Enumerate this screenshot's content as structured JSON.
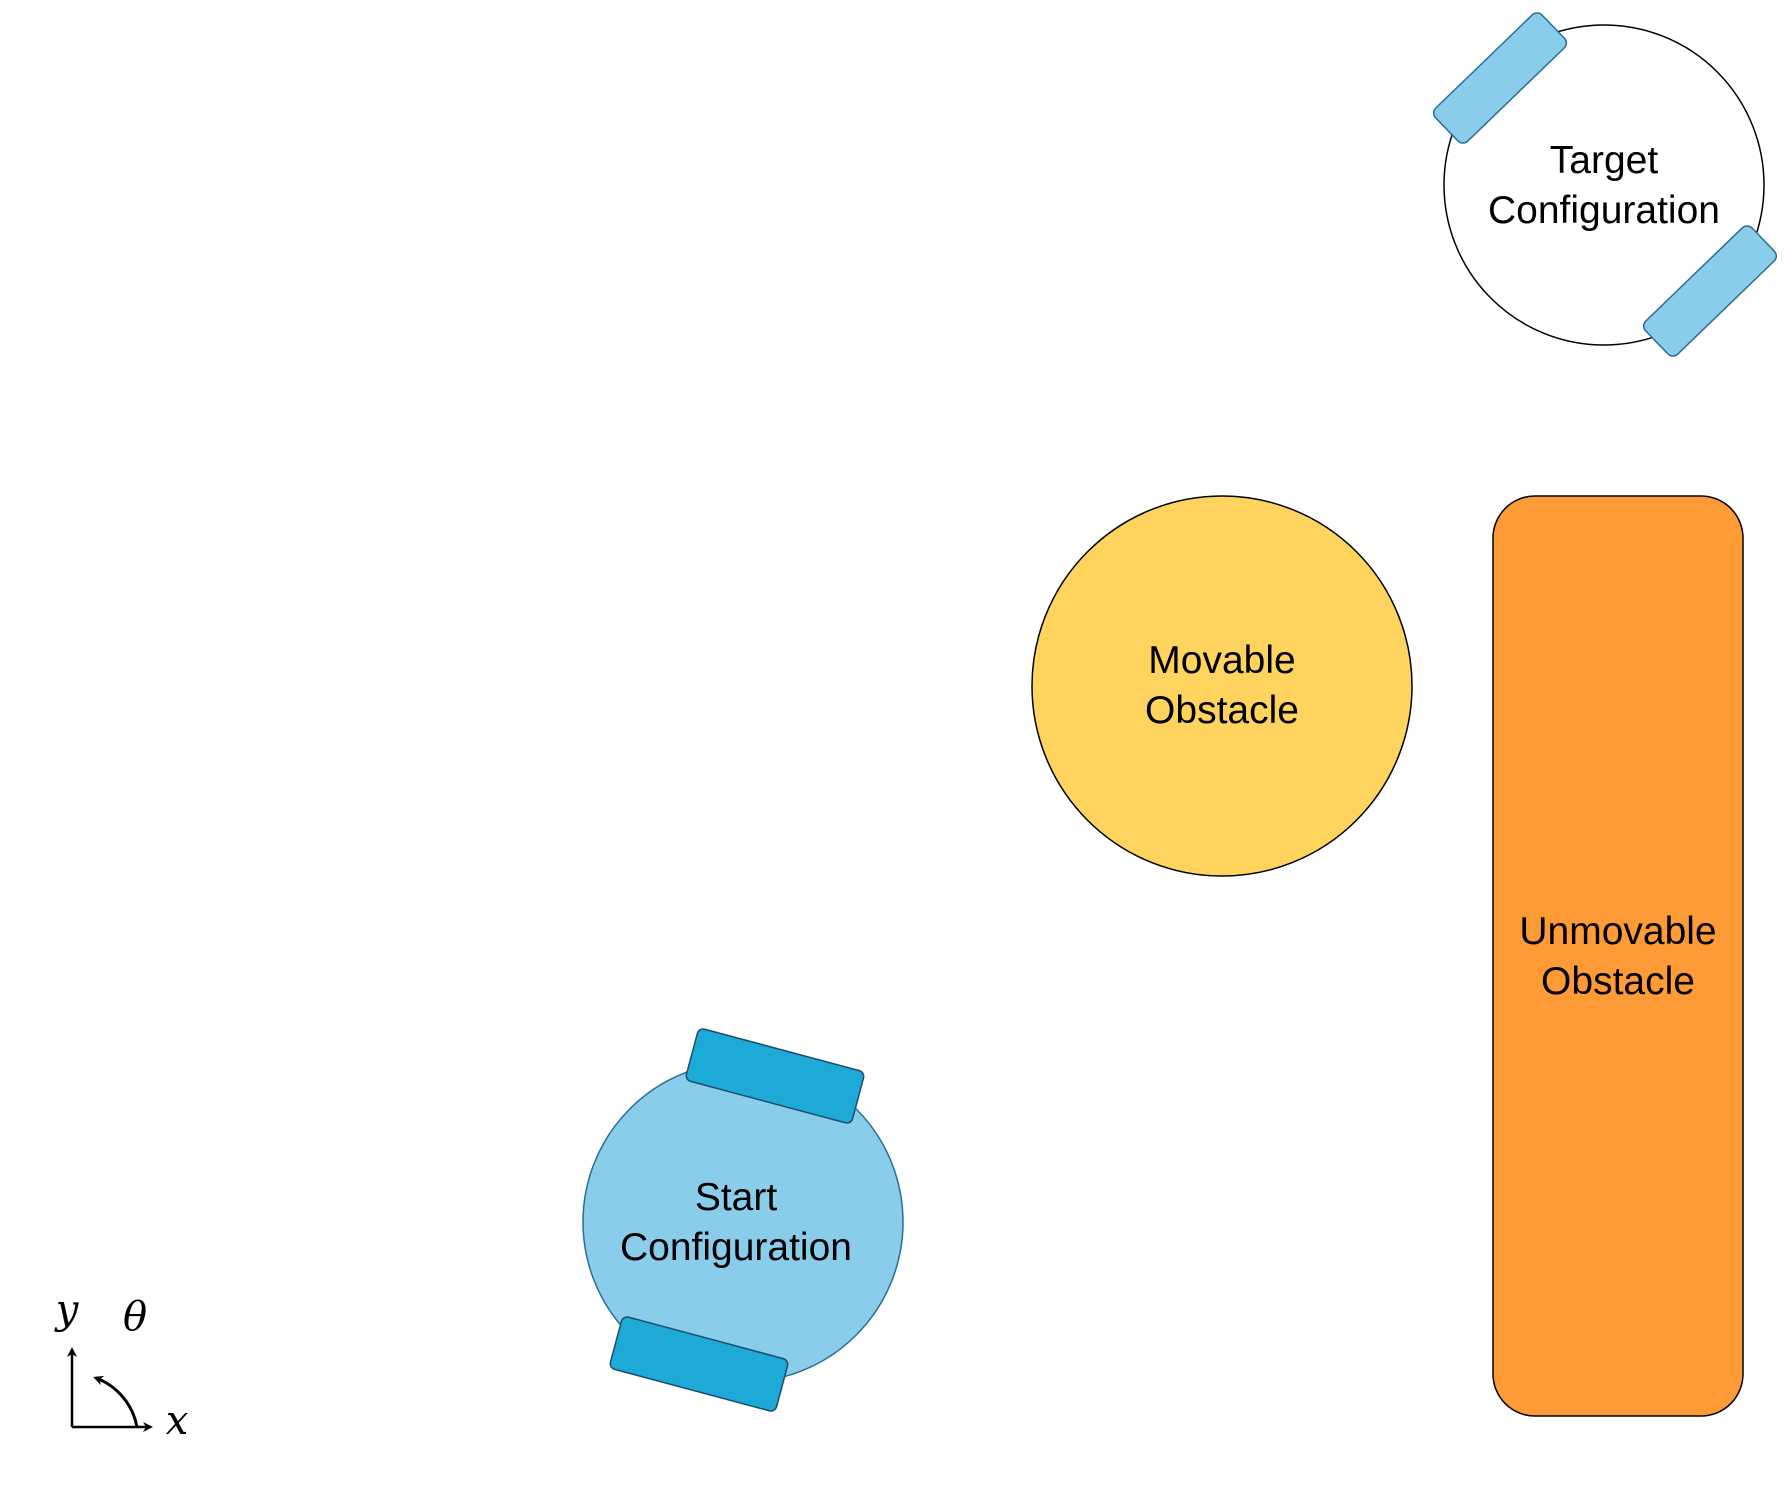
{
  "colors": {
    "robot_body": "#89CDEA",
    "start_wheel": "#1EAAD6",
    "target_wheel": "#89CDEA",
    "movable_obstacle": "#FED45E",
    "unmovable_obstacle": "#FE9B36",
    "outline": "#000000",
    "background": "#FFFFFF"
  },
  "start_configuration": {
    "line1": "Start",
    "line2": "Configuration"
  },
  "target_configuration": {
    "line1": "Target",
    "line2": "Configuration"
  },
  "movable_obstacle": {
    "line1": "Movable",
    "line2": "Obstacle"
  },
  "unmovable_obstacle": {
    "line1": "Unmovable",
    "line2": "Obstacle"
  },
  "axes": {
    "x": "x",
    "y": "y",
    "theta": "θ"
  }
}
